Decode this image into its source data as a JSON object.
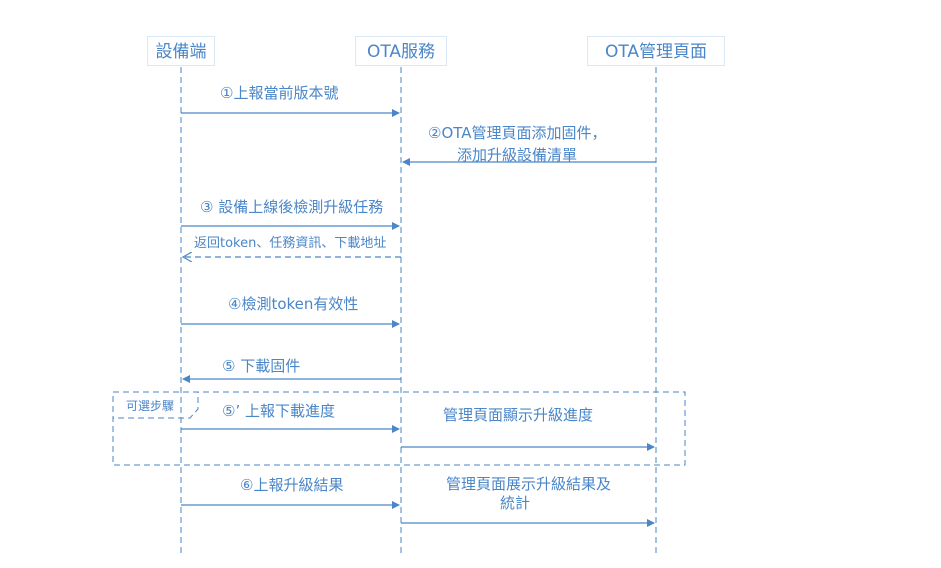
{
  "actors": [
    {
      "id": "device",
      "label": "設備端"
    },
    {
      "id": "ota_service",
      "label": "OTA服務"
    },
    {
      "id": "ota_admin",
      "label": "OTA管理頁面"
    }
  ],
  "messages": [
    {
      "id": "m1",
      "label": "①上報當前版本號"
    },
    {
      "id": "m2",
      "label_lines": [
        "②OTA管理頁面添加固件，",
        "添加升級設備清單"
      ]
    },
    {
      "id": "m3",
      "label": "③ 設備上線後檢測升級任務"
    },
    {
      "id": "m3r",
      "label": "返回token、任務資訊、下載地址"
    },
    {
      "id": "m4",
      "label": "④檢測token有效性"
    },
    {
      "id": "m5",
      "label": "⑤  下載固件"
    },
    {
      "id": "m5b",
      "label": "⑤’ 上報下載進度"
    },
    {
      "id": "m5c",
      "label": "管理頁面顯示升級進度"
    },
    {
      "id": "m6",
      "label": "⑥上報升級結果"
    },
    {
      "id": "m7",
      "label_lines": [
        "管理頁面展示升級結果及",
        "統計"
      ]
    }
  ],
  "optional_frame": {
    "label": "可選步驟"
  },
  "colors": {
    "line": "#4a86c8",
    "text": "#4a86c8",
    "frame": "#4a86c8"
  }
}
